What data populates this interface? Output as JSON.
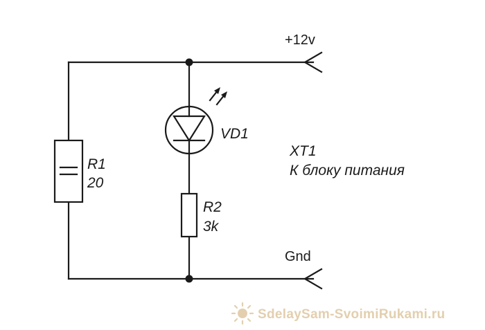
{
  "labels": {
    "supply": "+12v",
    "ground": "Gnd",
    "led_ref": "VD1",
    "r1_ref": "R1",
    "r1_value": "20",
    "r2_ref": "R2",
    "r2_value": "3k",
    "connector_ref": "XT1",
    "connector_desc": "К блоку питания"
  },
  "watermark": "SdelaySam-SvoimiRukami.ru",
  "colors": {
    "line": "#1a1a1a",
    "watermark": "#e3cfae",
    "background": "#ffffff"
  }
}
